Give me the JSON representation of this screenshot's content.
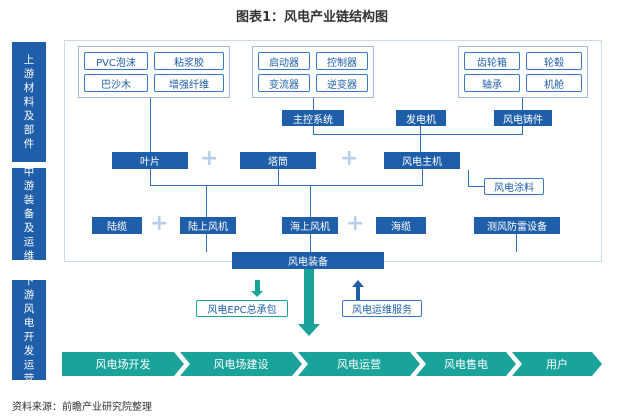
{
  "title": "图表1：风电产业链结构图",
  "sections": {
    "upstream": "上游材料及部件",
    "midstream": "中游装备及运维",
    "downstream": "下游风电开发运营"
  },
  "materials": [
    "PVC泡沫",
    "粘浆胶",
    "巴沙木",
    "增强纤维"
  ],
  "electrics": [
    "启动器",
    "控制器",
    "变流器",
    "逆变器"
  ],
  "mechanics": [
    "齿轮箱",
    "轮毂",
    "轴承",
    "机舱"
  ],
  "upper_outputs": {
    "main_control": "主控系统",
    "generator": "发电机",
    "casting": "风电铸件"
  },
  "mid_row": {
    "blade": "叶片",
    "tower": "塔筒",
    "host": "风电主机",
    "coating": "风电涂料"
  },
  "lower_row": {
    "cable": "陆缆",
    "onshore": "陆上风机",
    "offshore": "海上风机",
    "sea_cable": "海缆",
    "lightning": "测风防雷设备"
  },
  "equipment": "风电装备",
  "epc": "风电EPC总承包",
  "om": "风电运维服务",
  "chain": [
    "风电场开发",
    "风电场建设",
    "风电运营",
    "风电售电",
    "用户"
  ],
  "source": "资料来源：前瞻产业研究院整理",
  "colors": {
    "dark": "#1f5ea8",
    "teal": "#1aa39b"
  }
}
